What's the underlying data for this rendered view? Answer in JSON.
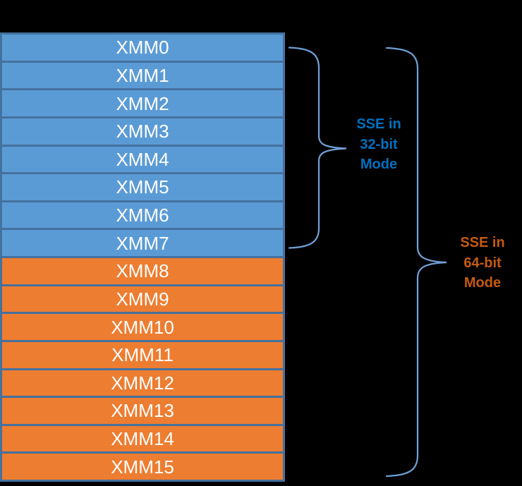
{
  "colors": {
    "background": "#000000",
    "register_blue_fill": "#5B9BD5",
    "register_orange_fill": "#ED7D31",
    "cell_border": "#44719E",
    "register_text": "#FFFFFF",
    "brace_stroke": "#6FA0D4",
    "sse32_label_color": "#0070C0",
    "sse64_label_color": "#C55A11"
  },
  "registers": [
    {
      "label": "XMM0",
      "group": "sse32"
    },
    {
      "label": "XMM1",
      "group": "sse32"
    },
    {
      "label": "XMM2",
      "group": "sse32"
    },
    {
      "label": "XMM3",
      "group": "sse32"
    },
    {
      "label": "XMM4",
      "group": "sse32"
    },
    {
      "label": "XMM5",
      "group": "sse32"
    },
    {
      "label": "XMM6",
      "group": "sse32"
    },
    {
      "label": "XMM7",
      "group": "sse32"
    },
    {
      "label": "XMM8",
      "group": "sse64"
    },
    {
      "label": "XMM9",
      "group": "sse64"
    },
    {
      "label": "XMM10",
      "group": "sse64"
    },
    {
      "label": "XMM11",
      "group": "sse64"
    },
    {
      "label": "XMM12",
      "group": "sse64"
    },
    {
      "label": "XMM13",
      "group": "sse64"
    },
    {
      "label": "XMM14",
      "group": "sse64"
    },
    {
      "label": "XMM15",
      "group": "sse64"
    }
  ],
  "annotations": {
    "sse32": {
      "lines": [
        "SSE in",
        "32-bit",
        "Mode"
      ]
    },
    "sse64": {
      "lines": [
        "SSE in",
        "64-bit",
        "Mode"
      ]
    }
  }
}
